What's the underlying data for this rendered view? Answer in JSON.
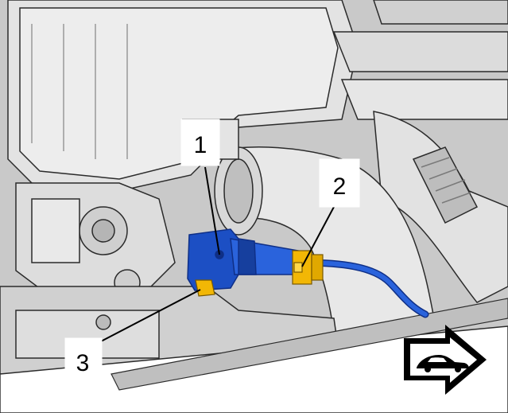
{
  "callouts": [
    {
      "label": "1"
    },
    {
      "label": "2"
    },
    {
      "label": "3"
    }
  ],
  "colors": {
    "background": "#ffffff",
    "engine_gray": "#d9d9d9",
    "engine_light": "#efefef",
    "engine_dark": "#a8a8a8",
    "outline": "#2b2b2b",
    "sensor_blue": "#1c4fc4",
    "sensor_blue_dark": "#0f2f86",
    "connector_yellow": "#f2b705",
    "label_bg": "#ffffff",
    "arrow_fill": "#ffffff",
    "arrow_outline": "#000000"
  },
  "icons": {
    "direction": "vehicle-front-arrow-icon"
  }
}
